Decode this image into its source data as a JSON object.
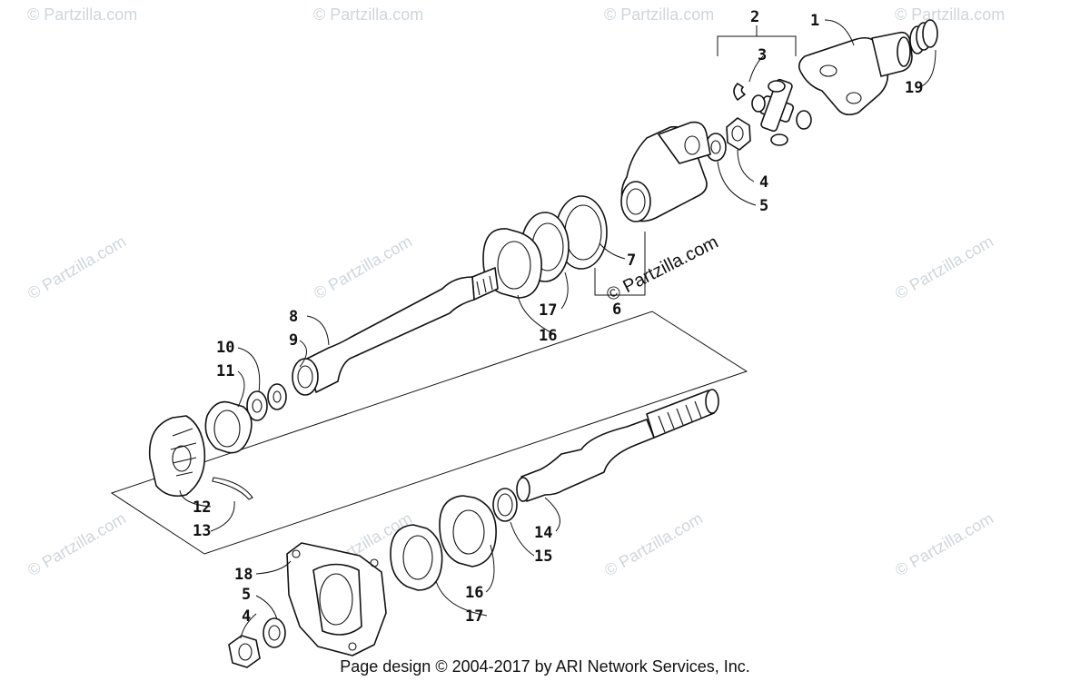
{
  "watermark": {
    "text": "© Partzilla.com",
    "center_text": "© Partzilla.com"
  },
  "callouts": {
    "c1": "1",
    "c2": "2",
    "c3": "3",
    "c4a": "4",
    "c5a": "5",
    "c6": "6",
    "c7": "7",
    "c8": "8",
    "c9": "9",
    "c10": "10",
    "c11": "11",
    "c12": "12",
    "c13": "13",
    "c14": "14",
    "c15": "15",
    "c16a": "16",
    "c17a": "17",
    "c16b": "16",
    "c17b": "17",
    "c18": "18",
    "c5b": "5",
    "c4b": "4",
    "c19": "19"
  },
  "footer": "Page design © 2004-2017 by ARI Network Services, Inc."
}
